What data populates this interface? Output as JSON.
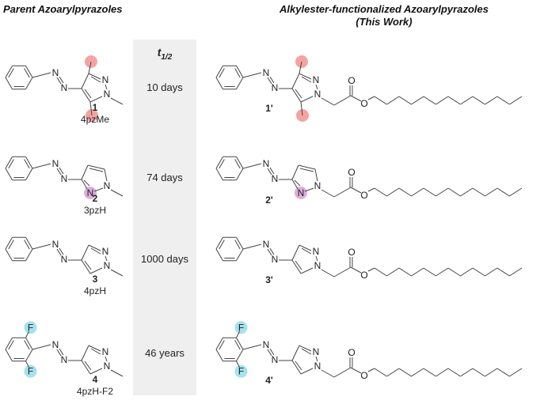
{
  "headers": {
    "left": "Parent Azoarylpyrazoles",
    "right_line1": "Alkylester-functionalized Azoarylpyrazoles",
    "right_line2": "(This Work)",
    "half_life_main": "t",
    "half_life_sub": "1/2"
  },
  "rows": [
    {
      "id": "1",
      "name": "4pzMe",
      "half_life": "10 days",
      "ester_id": "1'",
      "highlight": "methyl",
      "highlight_color": "#f4a3a3"
    },
    {
      "id": "2",
      "name": "3pzH",
      "half_life": "74 days",
      "ester_id": "2'",
      "highlight": "nitrogen",
      "highlight_color": "#deaedb"
    },
    {
      "id": "3",
      "name": "4pzH",
      "half_life": "1000 days",
      "ester_id": "3'",
      "highlight": "none",
      "highlight_color": ""
    },
    {
      "id": "4",
      "name": "4pzH-F2",
      "half_life": "46 years",
      "ester_id": "4'",
      "highlight": "fluorine",
      "highlight_color": "#a6e1ef"
    }
  ],
  "atoms": {
    "N": "N",
    "O": "O",
    "F": "F"
  }
}
